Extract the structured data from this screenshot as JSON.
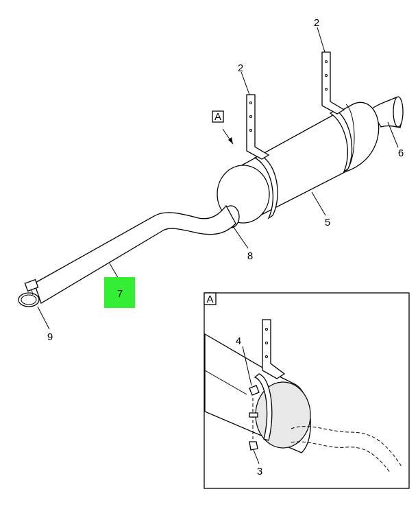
{
  "view_main": {
    "callouts": {
      "bracket_left": "2",
      "bracket_right": "2",
      "tailpipe": "6",
      "muffler": "5",
      "muffler_inlet": "8",
      "pipe": "7",
      "clamp": "9"
    },
    "detail_ref": "A"
  },
  "view_detail": {
    "title": "A",
    "callouts": {
      "nut": "4",
      "bolt": "3"
    }
  },
  "colors": {
    "highlight": "#33ee33",
    "line": "#000000"
  }
}
